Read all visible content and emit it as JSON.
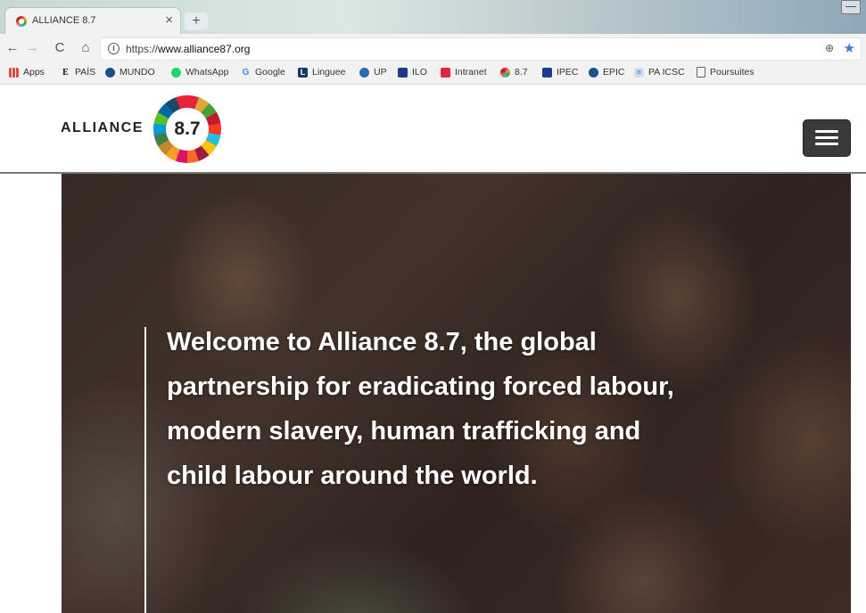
{
  "browser": {
    "tab": {
      "title": "ALLIANCE 8.7",
      "close": "×"
    },
    "new_tab": "+",
    "nav": {
      "back": "←",
      "forward": "→",
      "reload": "C",
      "home": "⌂"
    },
    "url": {
      "scheme": "https://",
      "host": "www.alliance87.org",
      "info": "i"
    },
    "zoom_icon": "⊕",
    "star_icon": "★",
    "bookmarks": [
      {
        "label": "Apps",
        "icon": "apps-grid-icon",
        "color": "#e04c3c"
      },
      {
        "label": "PAÍS",
        "icon": "el-pais-icon",
        "color": "#111111"
      },
      {
        "label": "MUNDO",
        "icon": "globe-icon",
        "color": "#1f4f8f"
      },
      {
        "label": "WhatsApp",
        "icon": "whatsapp-icon",
        "color": "#25d366"
      },
      {
        "label": "Google",
        "icon": "google-icon",
        "color": "#4285f4"
      },
      {
        "label": "Linguee",
        "icon": "linguee-icon",
        "color": "#0d3b66"
      },
      {
        "label": "UP",
        "icon": "up-icon",
        "color": "#2b6cb0"
      },
      {
        "label": "ILO",
        "icon": "ilo-icon",
        "color": "#1e3a8a"
      },
      {
        "label": "Intranet",
        "icon": "intranet-icon",
        "color": "#e5243b"
      },
      {
        "label": "8.7",
        "icon": "sdg-wheel-icon",
        "color": "#dda63a"
      },
      {
        "label": "IPEC",
        "icon": "ipec-icon",
        "color": "#1e3a8a"
      },
      {
        "label": "EPIC",
        "icon": "epic-icon",
        "color": "#1f4f8f"
      },
      {
        "label": "PA ICSC",
        "icon": "icsc-icon",
        "color": "#5b8cc0"
      },
      {
        "label": "Poursuites",
        "icon": "document-icon",
        "color": "#666666"
      }
    ]
  },
  "site": {
    "logo_text": "ALLIANCE",
    "logo_number": "8.7",
    "hero_text": "Welcome to Alliance 8.7, the global partnership for eradicating forced labour, modern slavery, human trafficking and child labour around the world."
  }
}
